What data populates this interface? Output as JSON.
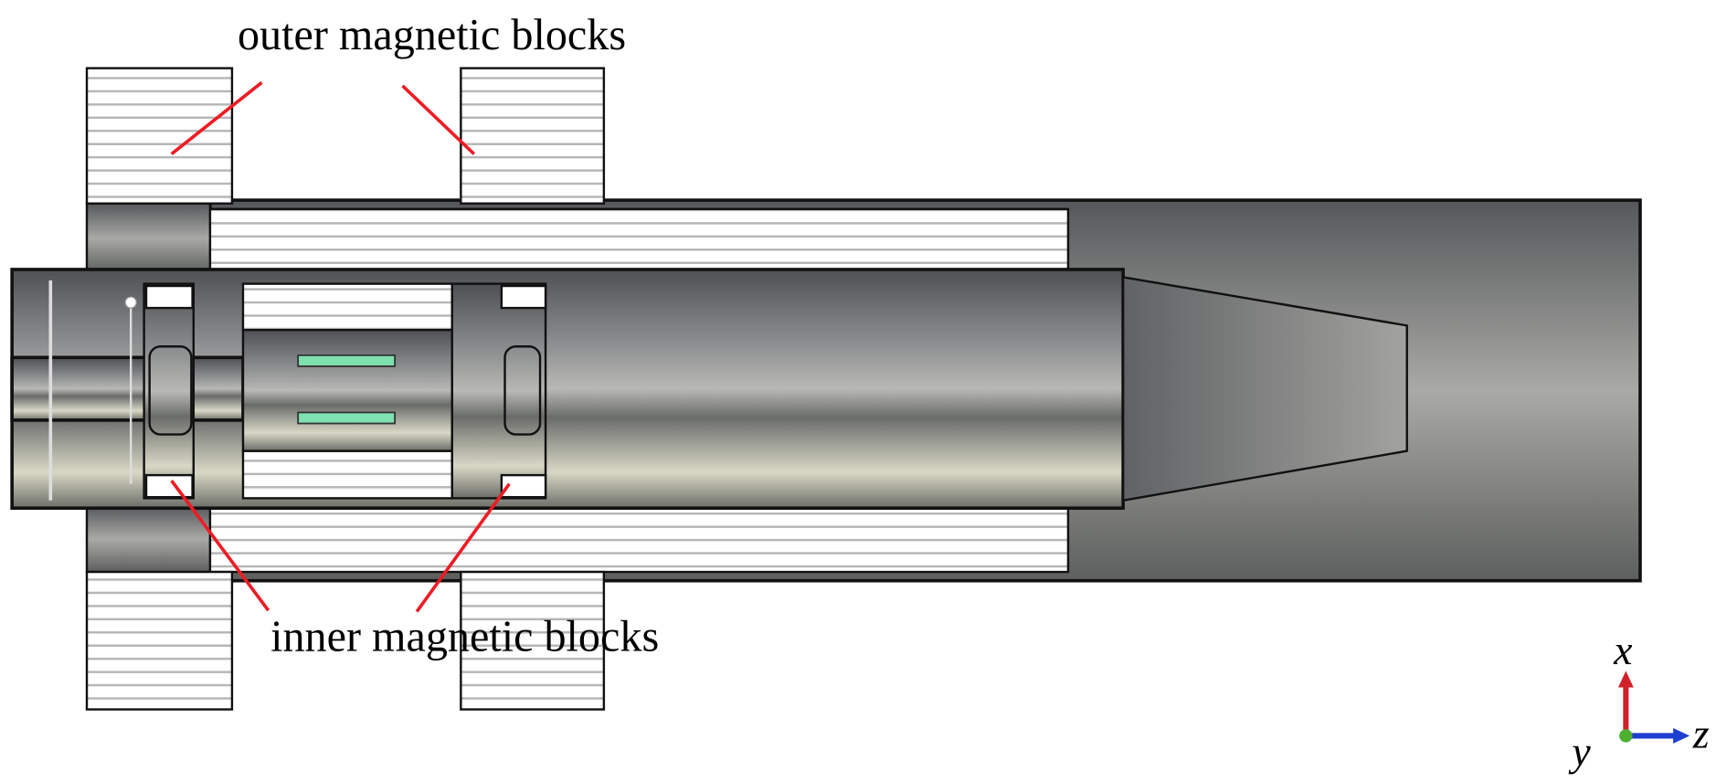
{
  "labels": {
    "outer": "outer magnetic blocks",
    "inner": "inner magnetic blocks"
  },
  "axes": {
    "x": "x",
    "y": "y",
    "z": "z",
    "colors": {
      "x": "#d0202a",
      "y": "#4caf30",
      "z": "#1f3fd0"
    }
  },
  "colors": {
    "leader_line": "#ee1c24",
    "magnet_fill": "#7fe0b0"
  }
}
